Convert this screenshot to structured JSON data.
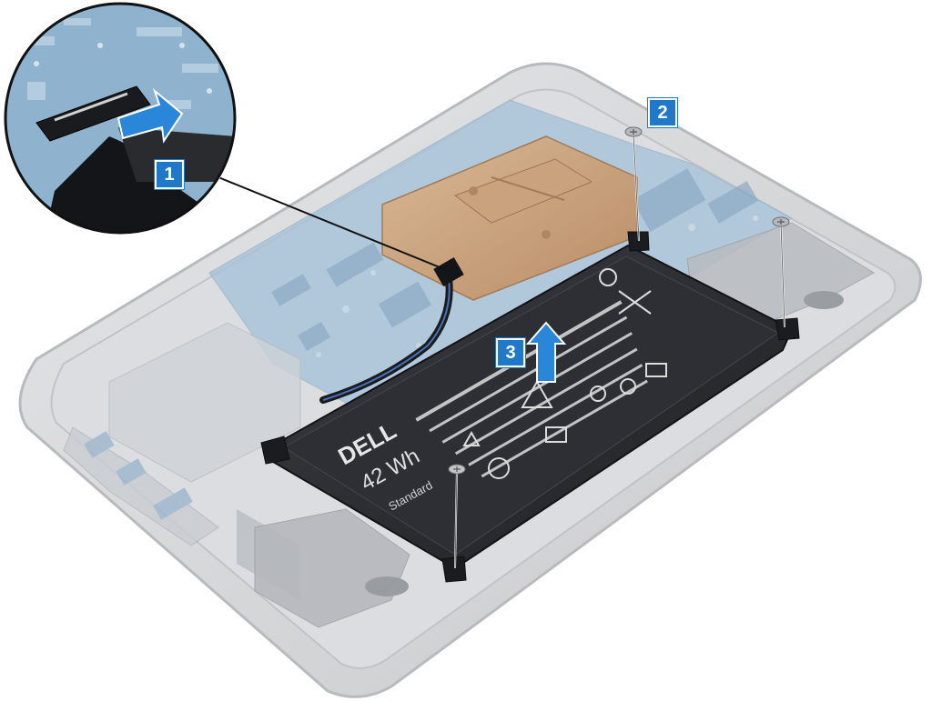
{
  "callouts": [
    {
      "label": "1"
    },
    {
      "label": "2"
    },
    {
      "label": "3"
    }
  ],
  "battery": {
    "brand": "DELL",
    "capacity": "42 Wh",
    "standard": "Standard"
  },
  "colors": {
    "callout_blue": "#1f78c8",
    "arrow_blue": "#2a86d8",
    "board_blue": "#8fb3cf",
    "copper": "#c9a27f",
    "battery_dark": "#2a2c30",
    "chassis_grey": "#d6d7d9"
  }
}
